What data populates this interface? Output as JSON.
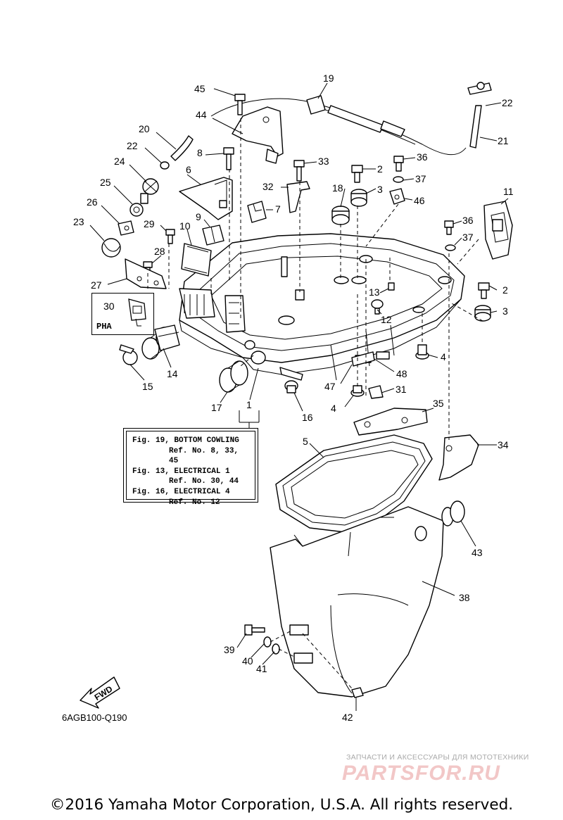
{
  "callouts": [
    "45",
    "19",
    "22",
    "21",
    "44",
    "20",
    "22",
    "8",
    "33",
    "36",
    "2",
    "37",
    "6",
    "24",
    "32",
    "18",
    "3",
    "46",
    "25",
    "7",
    "11",
    "26",
    "9",
    "36",
    "29",
    "10",
    "23",
    "37",
    "28",
    "27",
    "2",
    "13",
    "30",
    "3",
    "12",
    "4",
    "14",
    "15",
    "17",
    "47",
    "48",
    "31",
    "4",
    "16",
    "35",
    "5",
    "34",
    "43",
    "38",
    "39",
    "40",
    "41",
    "42",
    "1"
  ],
  "pha_label": "PHA",
  "fwd_label": "FWD",
  "ref_notes": [
    {
      "title": "Fig. 19, BOTTOM COWLING",
      "refs": "Ref. No. 8, 33, 45"
    },
    {
      "title": "Fig. 13, ELECTRICAL 1",
      "refs": "Ref. No. 30, 44"
    },
    {
      "title": "Fig. 16, ELECTRICAL 4",
      "refs": "Ref. No. 12"
    }
  ],
  "drawing_code": "6AGB100-Q190",
  "watermark": {
    "tagline": "ЗАПЧАСТИ И АКСЕССУАРЫ ДЛЯ МОТОТЕХНИКИ",
    "logo": "PARTSFOR.RU"
  },
  "copyright": "©2016 Yamaha Motor Corporation, U.S.A. All rights reserved."
}
